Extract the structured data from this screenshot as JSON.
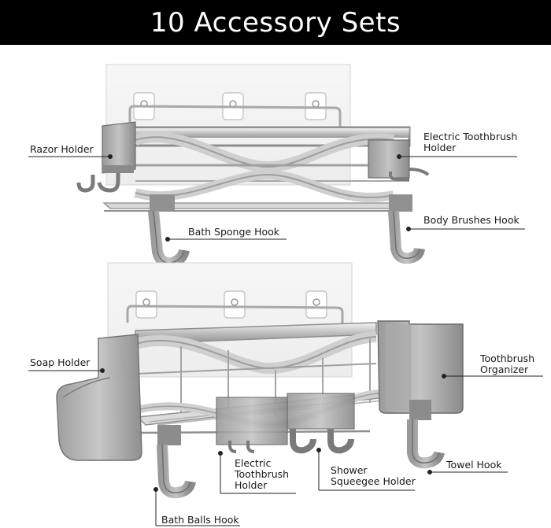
{
  "title": "10 Accessory Sets",
  "accent_color": "#000000",
  "labels": {
    "razor_holder": "Razor Holder",
    "electric_toothbrush_holder_top": "Electric Toothbrush Holder",
    "bath_sponge_hook": "Bath Sponge Hook",
    "body_brushes_hook": "Body Brushes Hook",
    "soap_holder": "Soap Holder",
    "toothbrush_organizer": "Toothbrush Organizer",
    "electric_toothbrush_holder_bottom": "Electric Toothbrush Holder",
    "shower_squeegee_holder": "Shower Squeegee Holder",
    "towel_hook": "Towel Hook",
    "bath_balls_hook": "Bath Balls Hook"
  }
}
